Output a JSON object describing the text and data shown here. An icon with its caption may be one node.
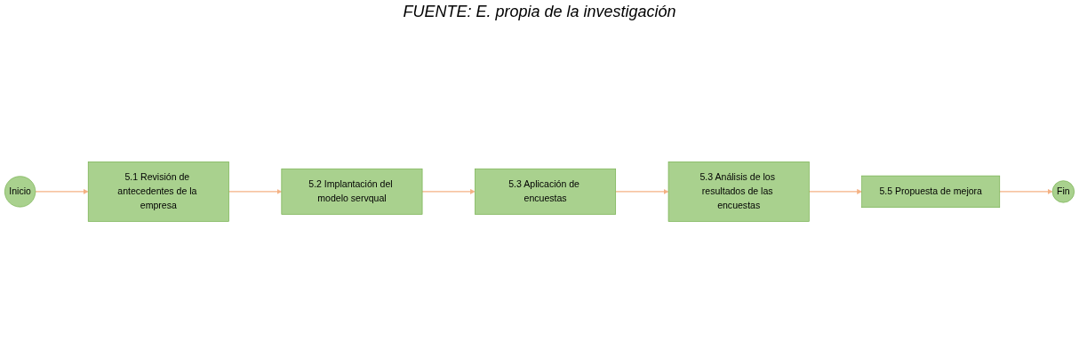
{
  "diagram": {
    "caption": "FUENTE: E. propia de la investigación",
    "nodes": [
      {
        "text": [
          "Inicio"
        ]
      },
      {
        "text": [
          "5.1 Revisión de antecedentes de la empresa"
        ]
      },
      {
        "text": [
          "5.2 Implantación del modelo servqual"
        ]
      },
      {
        "text": [
          "5.3 Aplicación de encuestas"
        ]
      },
      {
        "text": [
          "5.3 Análisis de los resultados de las encuestas"
        ]
      },
      {
        "text": [
          "5.5 Propuesta de mejora"
        ]
      },
      {
        "text": [
          "Fin"
        ]
      }
    ],
    "edges": [
      {
        "from": 0,
        "to": 1,
        "arrow": "to"
      },
      {
        "from": 1,
        "to": 2,
        "arrow": "to"
      },
      {
        "from": 2,
        "to": 3,
        "arrow": "to"
      },
      {
        "from": 3,
        "to": 4,
        "arrow": "to"
      },
      {
        "from": 4,
        "to": 5,
        "arrow": "to"
      },
      {
        "from": 5,
        "to": 6,
        "arrow": "to"
      }
    ]
  }
}
